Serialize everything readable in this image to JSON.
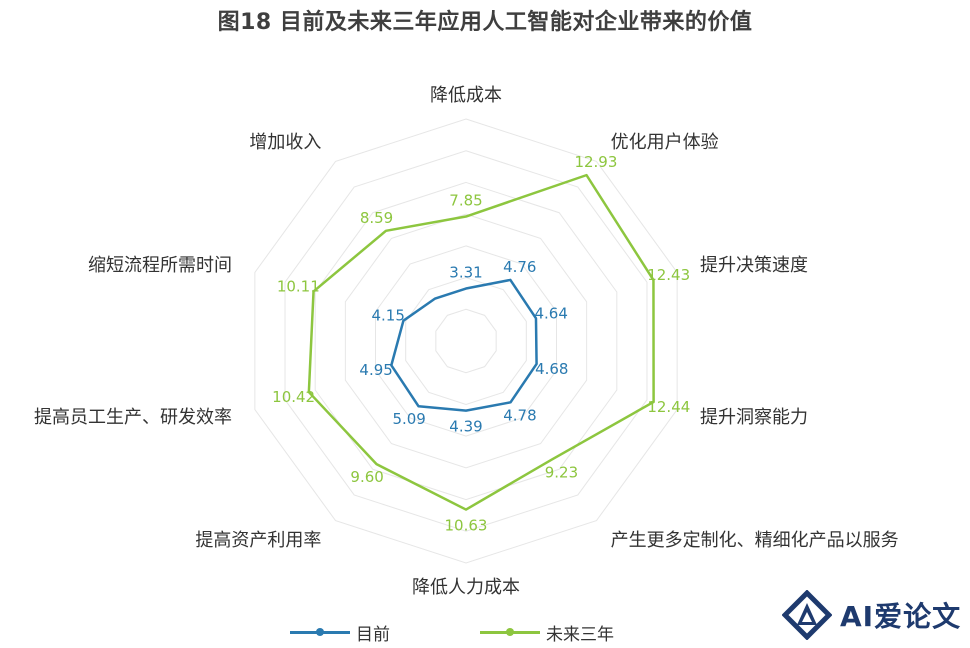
{
  "title": "图18 目前及未来三年应用人工智能对企业带来的价值",
  "chart_data": {
    "type": "radar",
    "title": "图18 目前及未来三年应用人工智能对企业带来的价值",
    "categories": [
      "降低成本",
      "优化用户体验",
      "提升决策速度",
      "提升洞察能力",
      "产生更多定制化、精细化产品以服务",
      "降低人力成本",
      "提高资产利用率",
      "提高员工生产、研发效率",
      "缩短流程所需时间",
      "增加收入"
    ],
    "series": [
      {
        "name": "目前",
        "color": "#2a7ab0",
        "values": [
          3.31,
          4.76,
          4.64,
          4.68,
          4.78,
          4.39,
          5.09,
          4.95,
          4.15,
          3.31
        ]
      },
      {
        "name": "未来三年",
        "color": "#8dc63f",
        "values": [
          7.85,
          12.93,
          12.43,
          12.44,
          9.23,
          10.63,
          9.6,
          10.42,
          10.11,
          8.59
        ]
      }
    ],
    "value_labels": {
      "目前": [
        "3.31",
        "4.76",
        "4.64",
        "4.68",
        "4.78",
        "4.39",
        "5.09",
        "4.95",
        "4.15",
        ""
      ],
      "未来三年": [
        "7.85",
        "12.93",
        "12.43",
        "12.44",
        "9.23",
        "10.63",
        "9.60",
        "10.42",
        "10.11",
        "8.59"
      ]
    },
    "range": [
      0,
      14
    ],
    "grid": true,
    "legend": "bottom"
  },
  "watermark": {
    "text": "AI爱论文"
  }
}
